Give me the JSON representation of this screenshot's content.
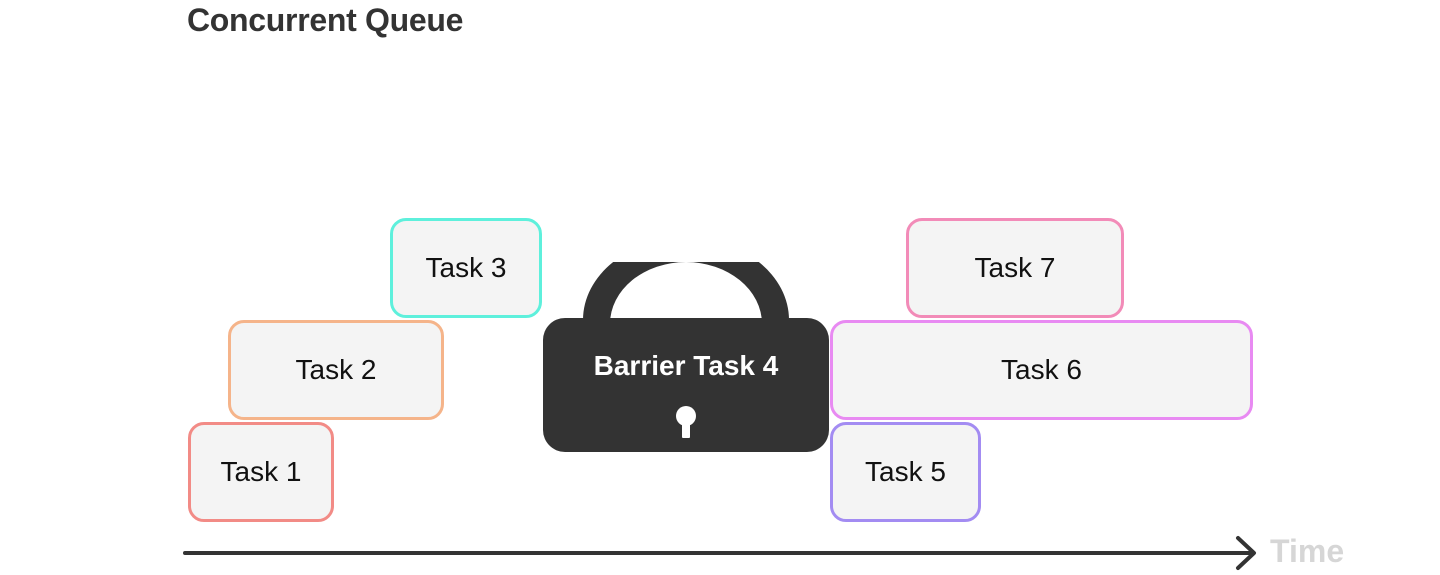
{
  "title": "Concurrent Queue",
  "tasks": [
    {
      "id": "task-1",
      "label": "Task 1",
      "color": "#f28b86"
    },
    {
      "id": "task-2",
      "label": "Task 2",
      "color": "#f5b48a"
    },
    {
      "id": "task-3",
      "label": "Task 3",
      "color": "#5ef0dc"
    },
    {
      "id": "task-5",
      "label": "Task 5",
      "color": "#a38cf2"
    },
    {
      "id": "task-6",
      "label": "Task 6",
      "color": "#e88af2"
    },
    {
      "id": "task-7",
      "label": "Task 7",
      "color": "#f28bb8"
    }
  ],
  "barrier": {
    "label": "Barrier Task 4",
    "icon": "padlock-icon",
    "color": "#333333"
  },
  "timeline": {
    "label": "Time",
    "icon": "arrow-right-icon"
  }
}
